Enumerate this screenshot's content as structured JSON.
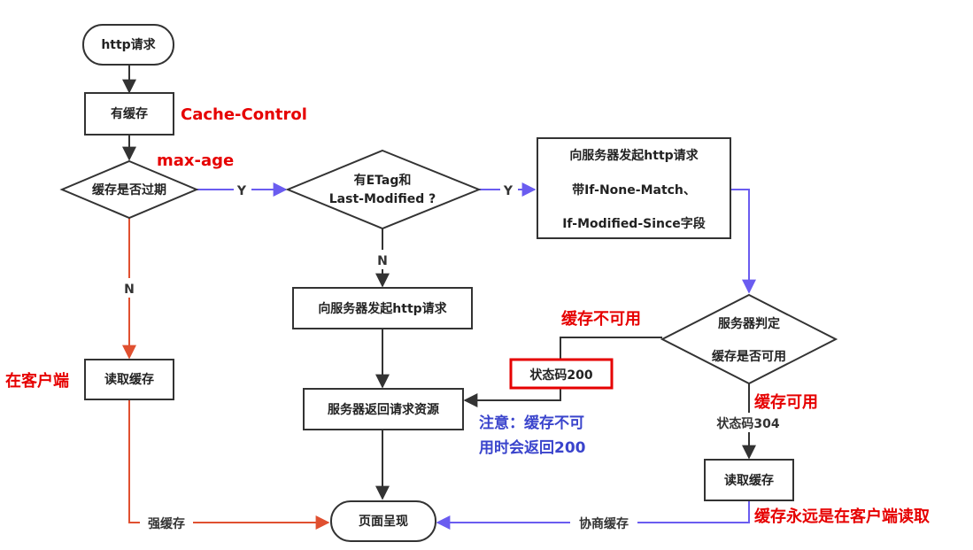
{
  "nodes": {
    "start": "http请求",
    "has_cache": "有缓存",
    "cache_expired": "缓存是否过期",
    "has_etag_line1": "有ETag和",
    "has_etag_line2": "Last-Modified ?",
    "cond_request_line1": "向服务器发起http请求",
    "cond_request_line2": "带If-None-Match、",
    "cond_request_line3": "If-Modified-Since字段",
    "plain_request": "向服务器发起http请求",
    "server_judge_line1": "服务器判定",
    "server_judge_line2": "缓存是否可用",
    "read_cache_left": "读取缓存",
    "server_return": "服务器返回请求资源",
    "status_200": "状态码200",
    "read_cache_right": "读取缓存",
    "page_render": "页面呈现"
  },
  "edge_labels": {
    "y1": "Y",
    "y2": "Y",
    "n1": "N",
    "n2": "N",
    "status_304": "状态码304",
    "strong_cache": "强缓存",
    "negotiated_cache": "协商缓存"
  },
  "annotations": {
    "cache_control": "Cache-Control",
    "max_age": "max-age",
    "on_client": "在客户端",
    "cache_unavailable": "缓存不可用",
    "cache_available": "缓存可用",
    "note_line1": "注意：缓存不可",
    "note_line2": "用时会返回200",
    "always_client": "缓存永远是在客户端读取"
  },
  "colors": {
    "line": "#333333",
    "red_line": "#e05030",
    "blue_line": "#6a5cf0",
    "annotation_red": "#e60000",
    "annotation_blue": "#3a44cc"
  }
}
